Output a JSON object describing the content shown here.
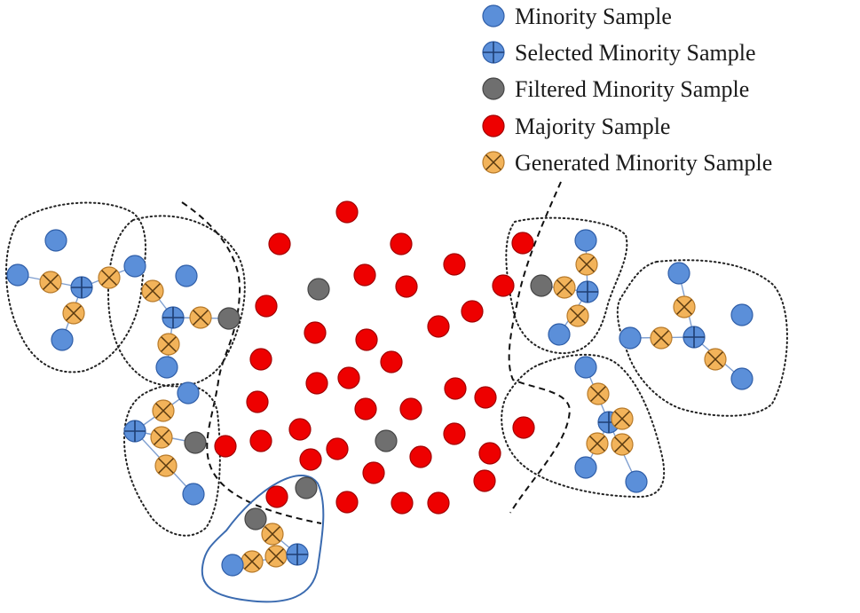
{
  "legend": {
    "items": [
      {
        "key": "minority",
        "label": "Minority Sample"
      },
      {
        "key": "selected",
        "label": "Selected Minority Sample"
      },
      {
        "key": "filtered",
        "label": "Filtered Minority Sample"
      },
      {
        "key": "majority",
        "label": "Majority Sample"
      },
      {
        "key": "generated",
        "label": "Generated Minority Sample"
      }
    ]
  },
  "colors": {
    "minority": "#5b8fd9",
    "minority_stroke": "#2f5ea8",
    "filtered": "#6f6f6f",
    "filtered_stroke": "#454545",
    "majority": "#ee0000",
    "majority_stroke": "#a30000",
    "generated": "#f2b35a",
    "generated_stroke": "#b77a2a",
    "edge": "#7f9fd0",
    "highlight_outline": "#3b6bb0",
    "boundary": "#111111"
  }
}
